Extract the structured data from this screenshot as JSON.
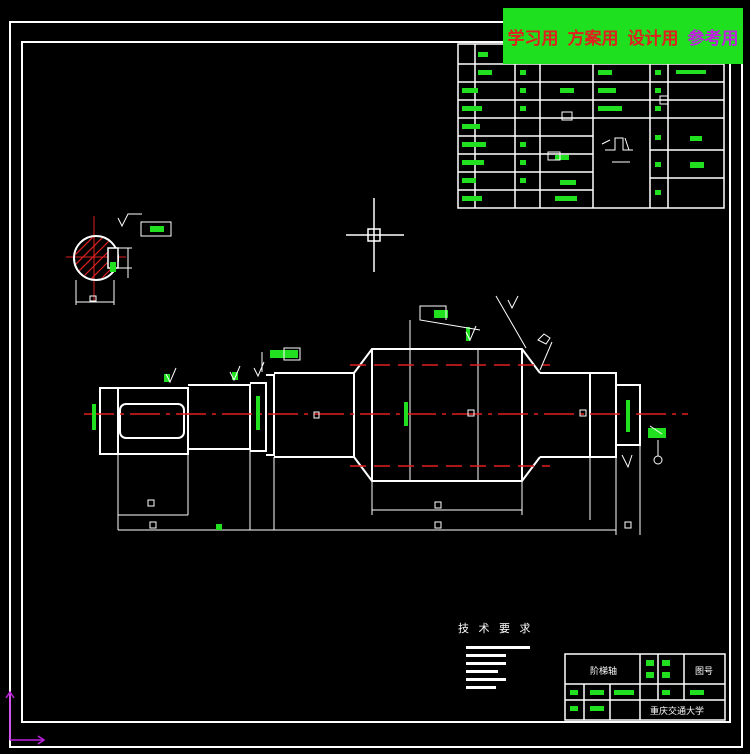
{
  "banner": {
    "items": [
      {
        "label": "学习用",
        "color": "#e0201e"
      },
      {
        "label": "方案用",
        "color": "#e0201e"
      },
      {
        "label": "设计用",
        "color": "#e0201e"
      },
      {
        "label": "参考用",
        "color": "#c020e0"
      }
    ]
  },
  "tech_requirements": {
    "title": "技 术 要 求"
  },
  "title_block": {
    "part_name": "阶梯轴",
    "drawing_no_label": "图号",
    "school": "重庆交通大学"
  },
  "colors": {
    "background": "#000000",
    "line": "#ffffff",
    "center_line": "#e02020",
    "dimension": "#20e020",
    "hatch": "#e02020",
    "banner_bg": "#1ee01e"
  }
}
